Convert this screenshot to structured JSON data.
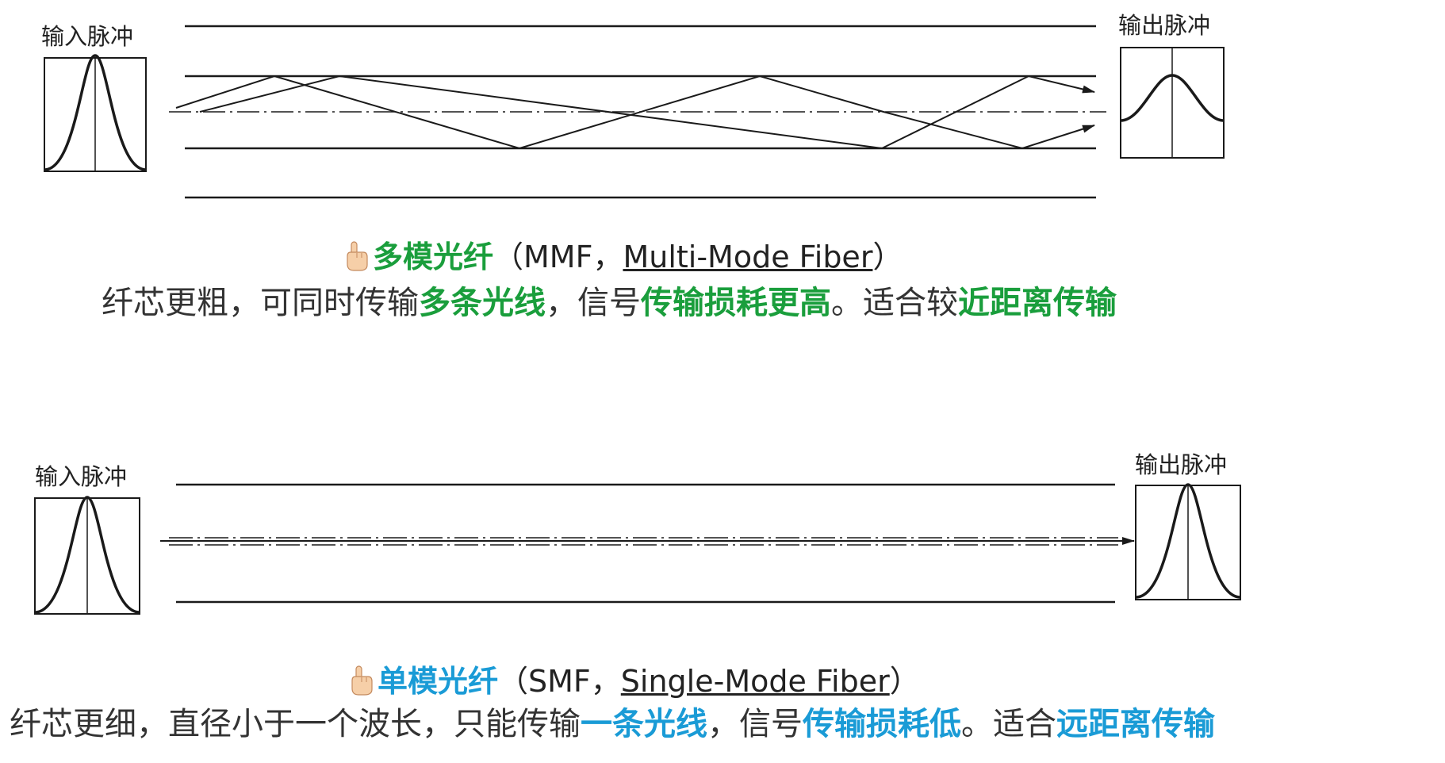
{
  "colors": {
    "mmf_accent": "#1a9e3c",
    "smf_accent": "#1a9bd6",
    "text": "#333333",
    "line": "#1a1a1a"
  },
  "icons": [
    "pointing-finger-icon"
  ],
  "mmf": {
    "input_label": "输入脉冲",
    "output_label": "输出脉冲",
    "title_cn": "多模光纤",
    "title_open": "（MMF，",
    "title_en": "Multi-Mode Fiber",
    "title_close": "）",
    "desc": {
      "p1": "纤芯更粗，可同时传输",
      "h1": "多条光线",
      "p2": "，信号",
      "h2": "传输损耗更高",
      "p3": "。适合较",
      "h3": "近距离传输"
    }
  },
  "smf": {
    "input_label": "输入脉冲",
    "output_label": "输出脉冲",
    "title_cn": "单模光纤",
    "title_open": "（SMF，",
    "title_en": "Single-Mode Fiber",
    "title_close": "）",
    "desc": {
      "p1": "纤芯更细，直径小于一个波长，只能传输",
      "h1": "一条光线",
      "p2": "，信号",
      "h2": "传输损耗低",
      "p3": "。适合",
      "h3": "远距离传输"
    }
  }
}
